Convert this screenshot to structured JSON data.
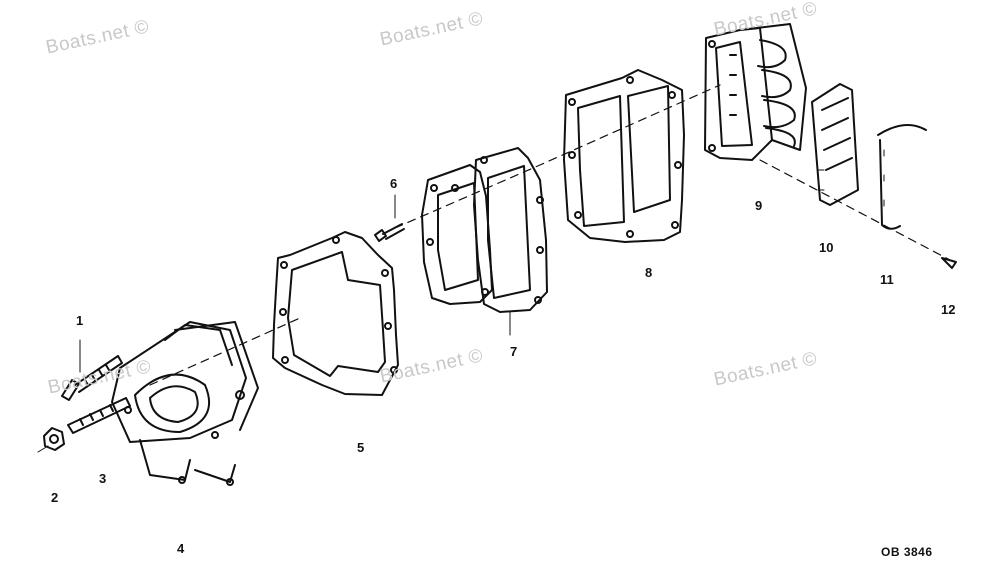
{
  "watermark": "Boats.net ©",
  "figure_code": "OB 3846",
  "callouts": {
    "c1": "1",
    "c2": "2",
    "c3": "3",
    "c4": "4",
    "c5": "5",
    "c6": "6",
    "c7": "7",
    "c8": "8",
    "c9": "9",
    "c10": "10",
    "c11": "11",
    "c12": "12"
  }
}
